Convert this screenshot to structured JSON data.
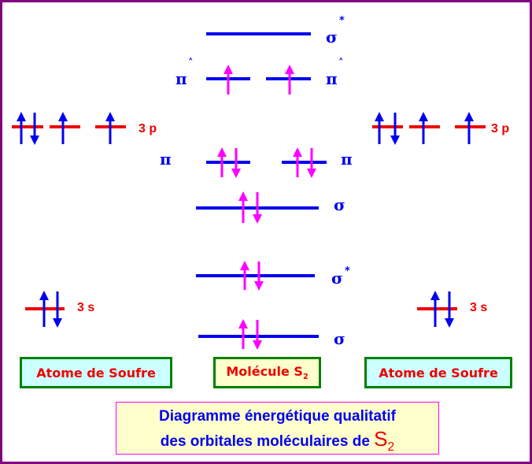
{
  "levels": {
    "sigma_star_2p": "σ",
    "pi_star": "π",
    "pi": "π",
    "sigma_2p": "σ",
    "sigma_star_3s": "σ",
    "sigma_3s": "σ",
    "star": "*",
    "pi_star_mark": "˄"
  },
  "labels": {
    "p3": "3 p",
    "s3": "3 s"
  },
  "boxes": {
    "left": "Atome de Soufre",
    "center": "Molécule S",
    "center_sub": "2",
    "right": "Atome de Soufre"
  },
  "caption": {
    "line1": "Diagramme énergétique qualitatif",
    "line2": "des orbitales moléculaires de ",
    "formula": "S",
    "formula_sub": "2"
  },
  "colors": {
    "border": "#800080",
    "mo_level": "#0000ee",
    "ao_level": "#ee0000",
    "mo_electron": "#ff00ff",
    "ao_electron": "#0000ee"
  }
}
